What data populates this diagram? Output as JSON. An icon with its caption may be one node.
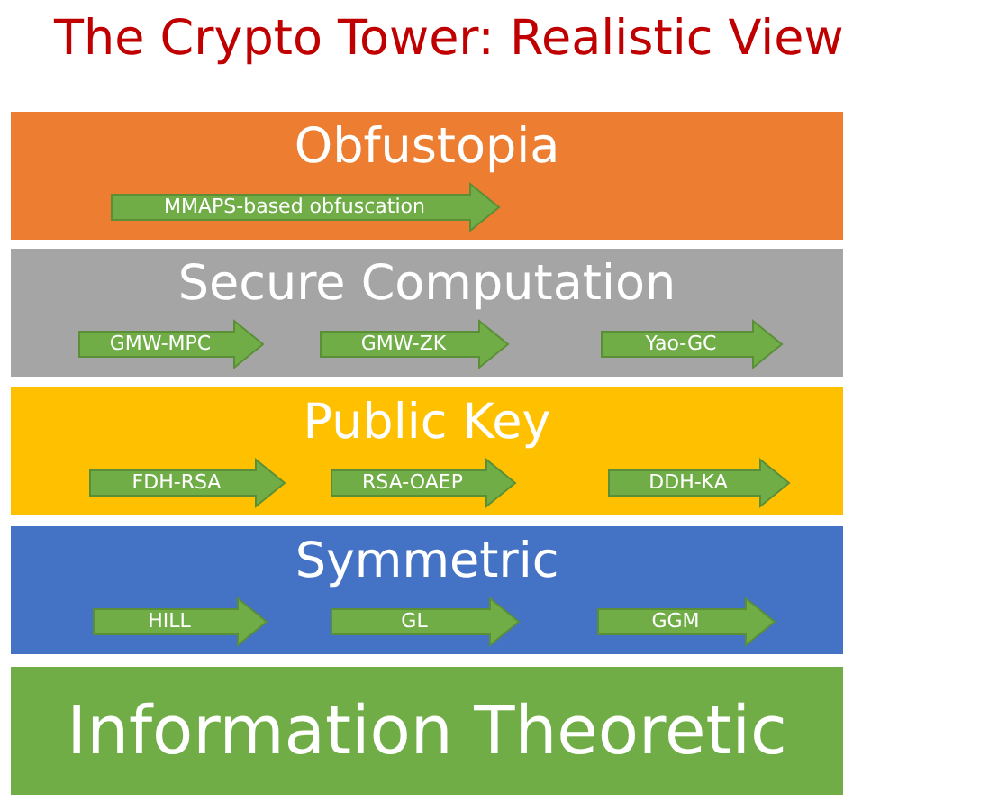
{
  "diagram": {
    "title": "The Crypto Tower: Realistic View",
    "nodes": [
      {
        "text": [
          "Obfustopia"
        ]
      },
      {
        "text": [
          "MMAPS-based obfuscation"
        ],
        "in": 0
      },
      {
        "text": [
          "Secure Computation"
        ]
      },
      {
        "text": [
          "GMW-MPC"
        ],
        "in": 2
      },
      {
        "text": [
          "GMW-ZK"
        ],
        "in": 2
      },
      {
        "text": [
          "Yao-GC"
        ],
        "in": 2
      },
      {
        "text": [
          "Public Key"
        ]
      },
      {
        "text": [
          "FDH-RSA"
        ],
        "in": 6
      },
      {
        "text": [
          "RSA-OAEP"
        ],
        "in": 6
      },
      {
        "text": [
          "DDH-KA"
        ],
        "in": 6
      },
      {
        "text": [
          "Symmetric"
        ]
      },
      {
        "text": [
          "HILL"
        ],
        "in": 10
      },
      {
        "text": [
          "GL"
        ],
        "in": 10
      },
      {
        "text": [
          "GGM"
        ],
        "in": 10
      },
      {
        "text": [
          "Information  Theoretic"
        ]
      }
    ],
    "edges": []
  }
}
